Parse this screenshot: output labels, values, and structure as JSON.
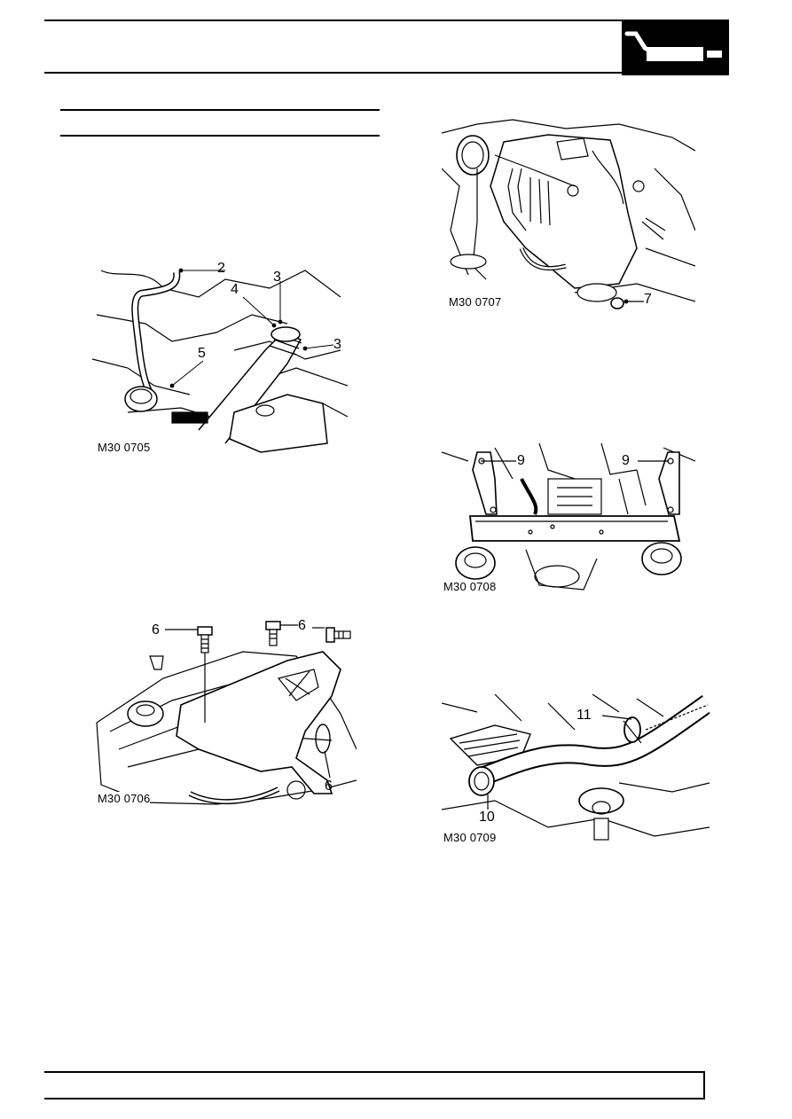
{
  "header": {
    "section_tab_icon": "exhaust-pipe-icon",
    "section_tab_color": "#000000"
  },
  "figures": [
    {
      "code": "M30 0705",
      "callouts": [
        "2",
        "3",
        "4",
        "3",
        "5"
      ]
    },
    {
      "code": "M30 0706",
      "callouts": [
        "6",
        "6",
        "6"
      ]
    },
    {
      "code": "M30 0707",
      "callouts": [
        "7"
      ]
    },
    {
      "code": "M30 0708",
      "callouts": [
        "9",
        "9"
      ]
    },
    {
      "code": "M30 0709",
      "callouts": [
        "11",
        "10"
      ]
    }
  ]
}
